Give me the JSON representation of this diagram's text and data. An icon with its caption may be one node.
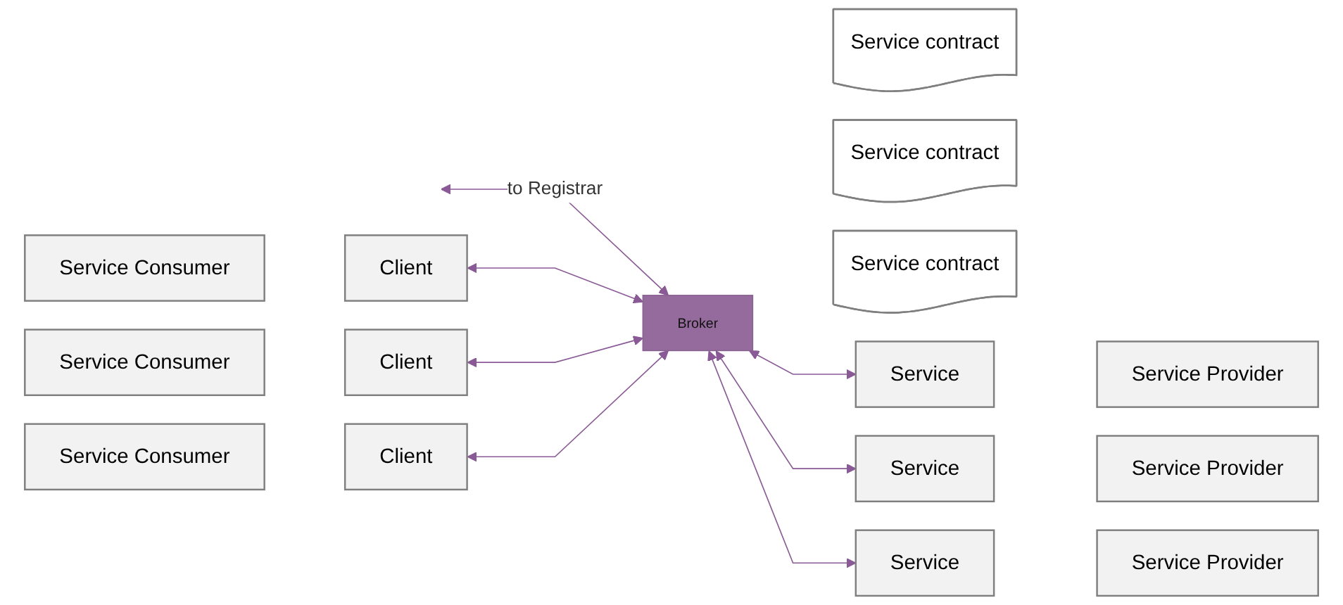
{
  "diagram": {
    "nodes": [
      {
        "text": [
          "Service Consumer"
        ]
      },
      {
        "text": [
          "Client"
        ]
      },
      {
        "text": [
          "Service Consumer"
        ]
      },
      {
        "text": [
          "Client"
        ]
      },
      {
        "text": [
          "Service Consumer"
        ]
      },
      {
        "text": [
          "Client"
        ]
      },
      {
        "text": [
          "Broker"
        ]
      },
      {
        "text": [
          "Service contract"
        ]
      },
      {
        "text": [
          "Service contract"
        ]
      },
      {
        "text": [
          "Service contract"
        ]
      },
      {
        "text": [
          "Service Provider"
        ]
      },
      {
        "text": [
          "Service"
        ]
      },
      {
        "text": [
          "Service Provider"
        ]
      },
      {
        "text": [
          "Service"
        ]
      },
      {
        "text": [
          "Service Provider"
        ]
      },
      {
        "text": [
          "Service"
        ]
      }
    ],
    "edges": [
      {
        "from": null,
        "to": 6,
        "arrow": "both",
        "label": "to Registrar"
      },
      {
        "from": 1,
        "to": 6,
        "arrow": "both"
      },
      {
        "from": 3,
        "to": 6,
        "arrow": "both"
      },
      {
        "from": 5,
        "to": 6,
        "arrow": "both"
      },
      {
        "from": 6,
        "to": 11,
        "arrow": "both"
      },
      {
        "from": 6,
        "to": 13,
        "arrow": "both"
      },
      {
        "from": 6,
        "to": 15,
        "arrow": "both"
      }
    ]
  }
}
